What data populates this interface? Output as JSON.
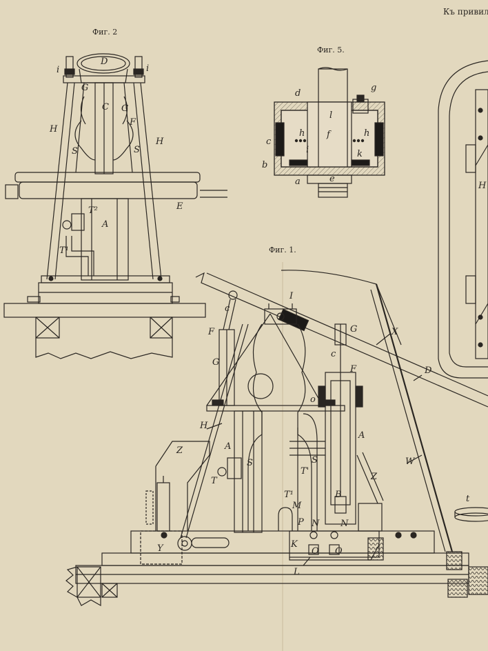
{
  "header": {
    "text": "Къ привил"
  },
  "figures": {
    "fig2": {
      "caption": "Фиг. 2"
    },
    "fig5": {
      "caption": "Фиг. 5."
    },
    "fig1": {
      "caption": "Фиг. 1."
    }
  },
  "labels": {
    "f2_i1": "i",
    "f2_i2": "i",
    "f2_D": "D",
    "f2_G1": "G",
    "f2_G2": "G",
    "f2_C": "C",
    "f2_F": "F",
    "f2_H1": "H",
    "f2_H2": "H",
    "f2_S1": "S",
    "f2_S2": "S",
    "f2_E": "E",
    "f2_T2": "T²",
    "f2_A": "A",
    "f2_T1": "T¹",
    "f5_d": "d",
    "f5_g": "g",
    "f5_l": "l",
    "f5_h1": "h",
    "f5_h2": "h",
    "f5_c": "c",
    "f5_f": "f",
    "f5_i": "i",
    "f5_k": "k",
    "f5_b": "b",
    "f5_a": "a",
    "f5_e": "e",
    "f1_I": "I",
    "f1_c1": "c",
    "f1_F1": "F",
    "f1_G1": "G",
    "f1_G2": "G",
    "f1_X": "X",
    "f1_c2": "c",
    "f1_F2": "F",
    "f1_D": "D",
    "f1_o": "o",
    "f1_A1": "A",
    "f1_H": "H",
    "f1_A2": "A",
    "f1_Z1": "Z",
    "f1_S1": "S",
    "f1_S2": "S",
    "f1_T1": "T",
    "f1_T2": "T¹",
    "f1_T3": "T'",
    "f1_W": "W",
    "f1_Z2": "Z",
    "f1_B": "B",
    "f1_t": "t",
    "f1_M": "M",
    "f1_P": "P",
    "f1_N1": "N",
    "f1_N2": "N",
    "f1_O1": "O",
    "f1_O2": "O",
    "f1_K": "K",
    "f1_Y": "Y",
    "f1_L": "L",
    "f3_H": "H"
  },
  "colors": {
    "paper": "#e6dcc6",
    "ink": "#2a2622",
    "dark": "#1c1a18"
  }
}
